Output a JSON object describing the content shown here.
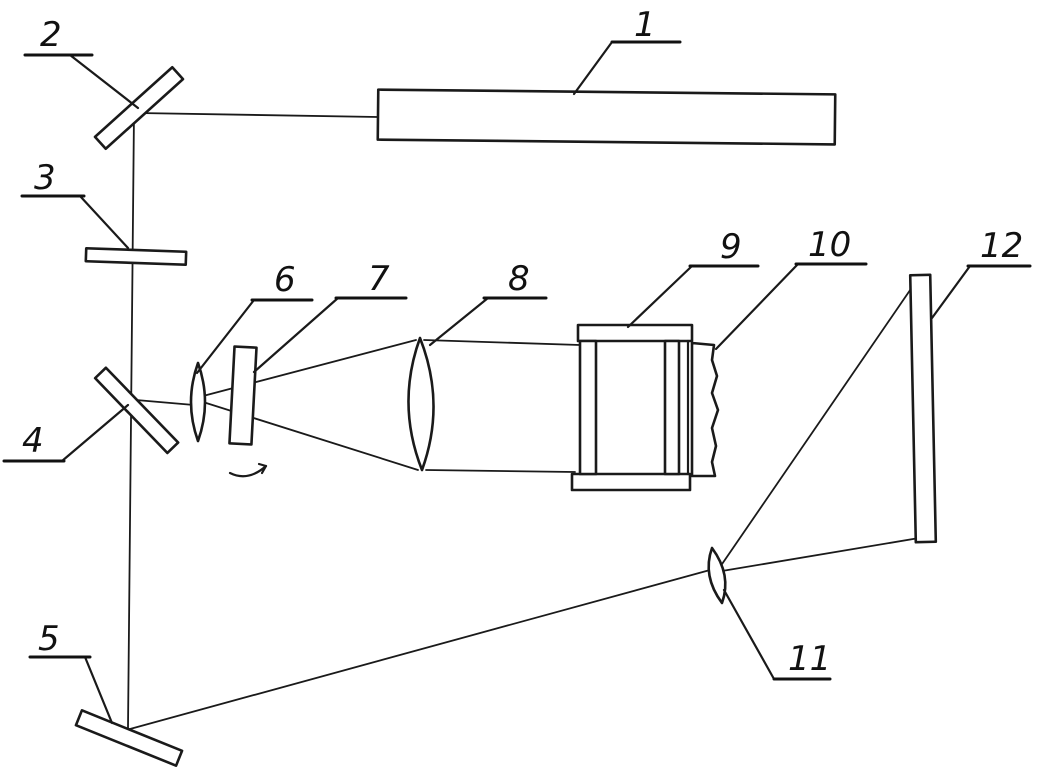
{
  "labels": {
    "l1": "1",
    "l2": "2",
    "l3": "3",
    "l4": "4",
    "l5": "5",
    "l6": "6",
    "l7": "7",
    "l8": "8",
    "l9": "9",
    "l10": "10",
    "l11": "11",
    "l12": "12"
  },
  "colors": {
    "ink": "#1a1a1a",
    "paper": "#ffffff"
  }
}
